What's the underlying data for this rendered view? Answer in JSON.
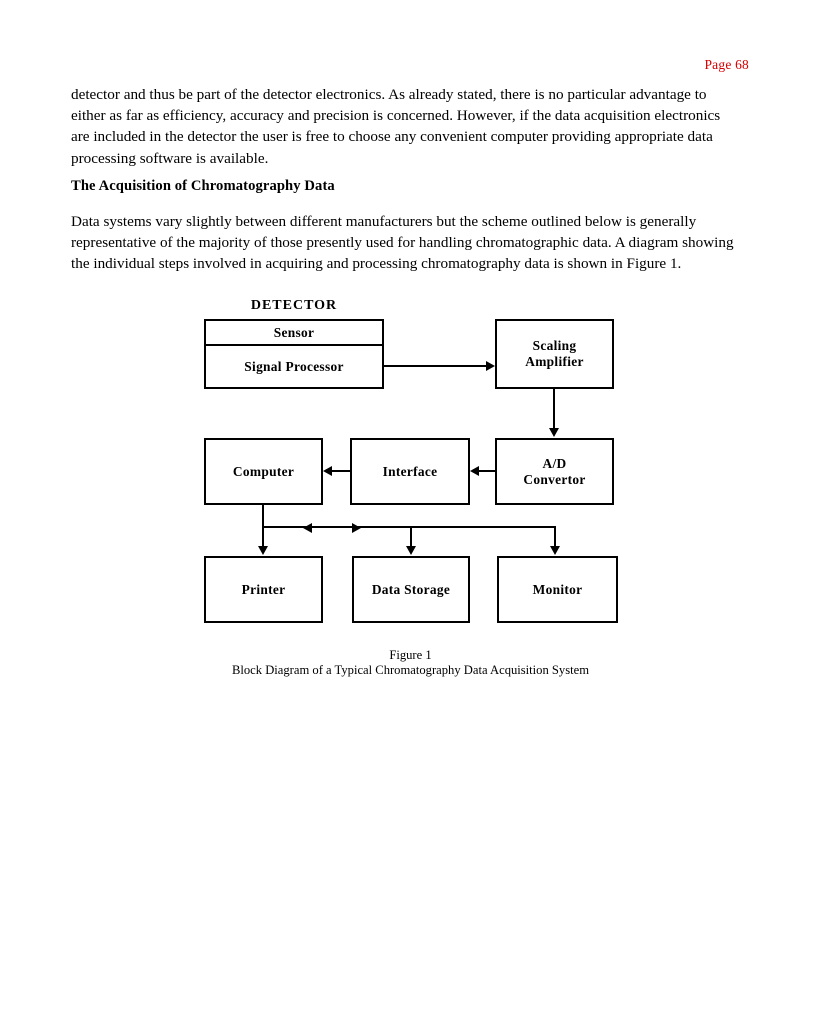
{
  "page": {
    "header_label": "Page 68",
    "header_color": "#d80000",
    "background": "#ffffff",
    "text_color": "#000000"
  },
  "content": {
    "paragraph_1": "detector and thus be part of the detector electronics. As already stated, there is no particular advantage to either as far as efficiency, accuracy and precision is concerned. However, if the data acquisition electronics are included in the detector the user is free to choose any convenient computer providing appropriate data processing software is available.",
    "section_heading": "The Acquisition of Chromatography Data",
    "paragraph_2": "Data systems vary slightly between different manufacturers but the scheme outlined below is generally representative of the majority of those presently used for handling chromatographic data. A diagram showing the individual steps involved in acquiring and processing chromatography data is shown in Figure 1."
  },
  "figure": {
    "caption_line_1": "Figure 1",
    "caption_line_2": "Block Diagram of a Typical Chromatography Data Acquisition System",
    "detector_label": "DETECTOR",
    "blocks": {
      "sensor": "Sensor",
      "signal_processor": "Signal  Processor",
      "scaling_amplifier": "Scaling\nAmplifier",
      "scaling_amplifier_line1": "Scaling",
      "scaling_amplifier_line2": "Amplifier",
      "computer": "Computer",
      "interface": "Interface",
      "ad_convertor_line1": "A/D",
      "ad_convertor_line2": "Convertor",
      "printer": "Printer",
      "data_storage": "Data  Storage",
      "monitor": "Monitor"
    }
  }
}
